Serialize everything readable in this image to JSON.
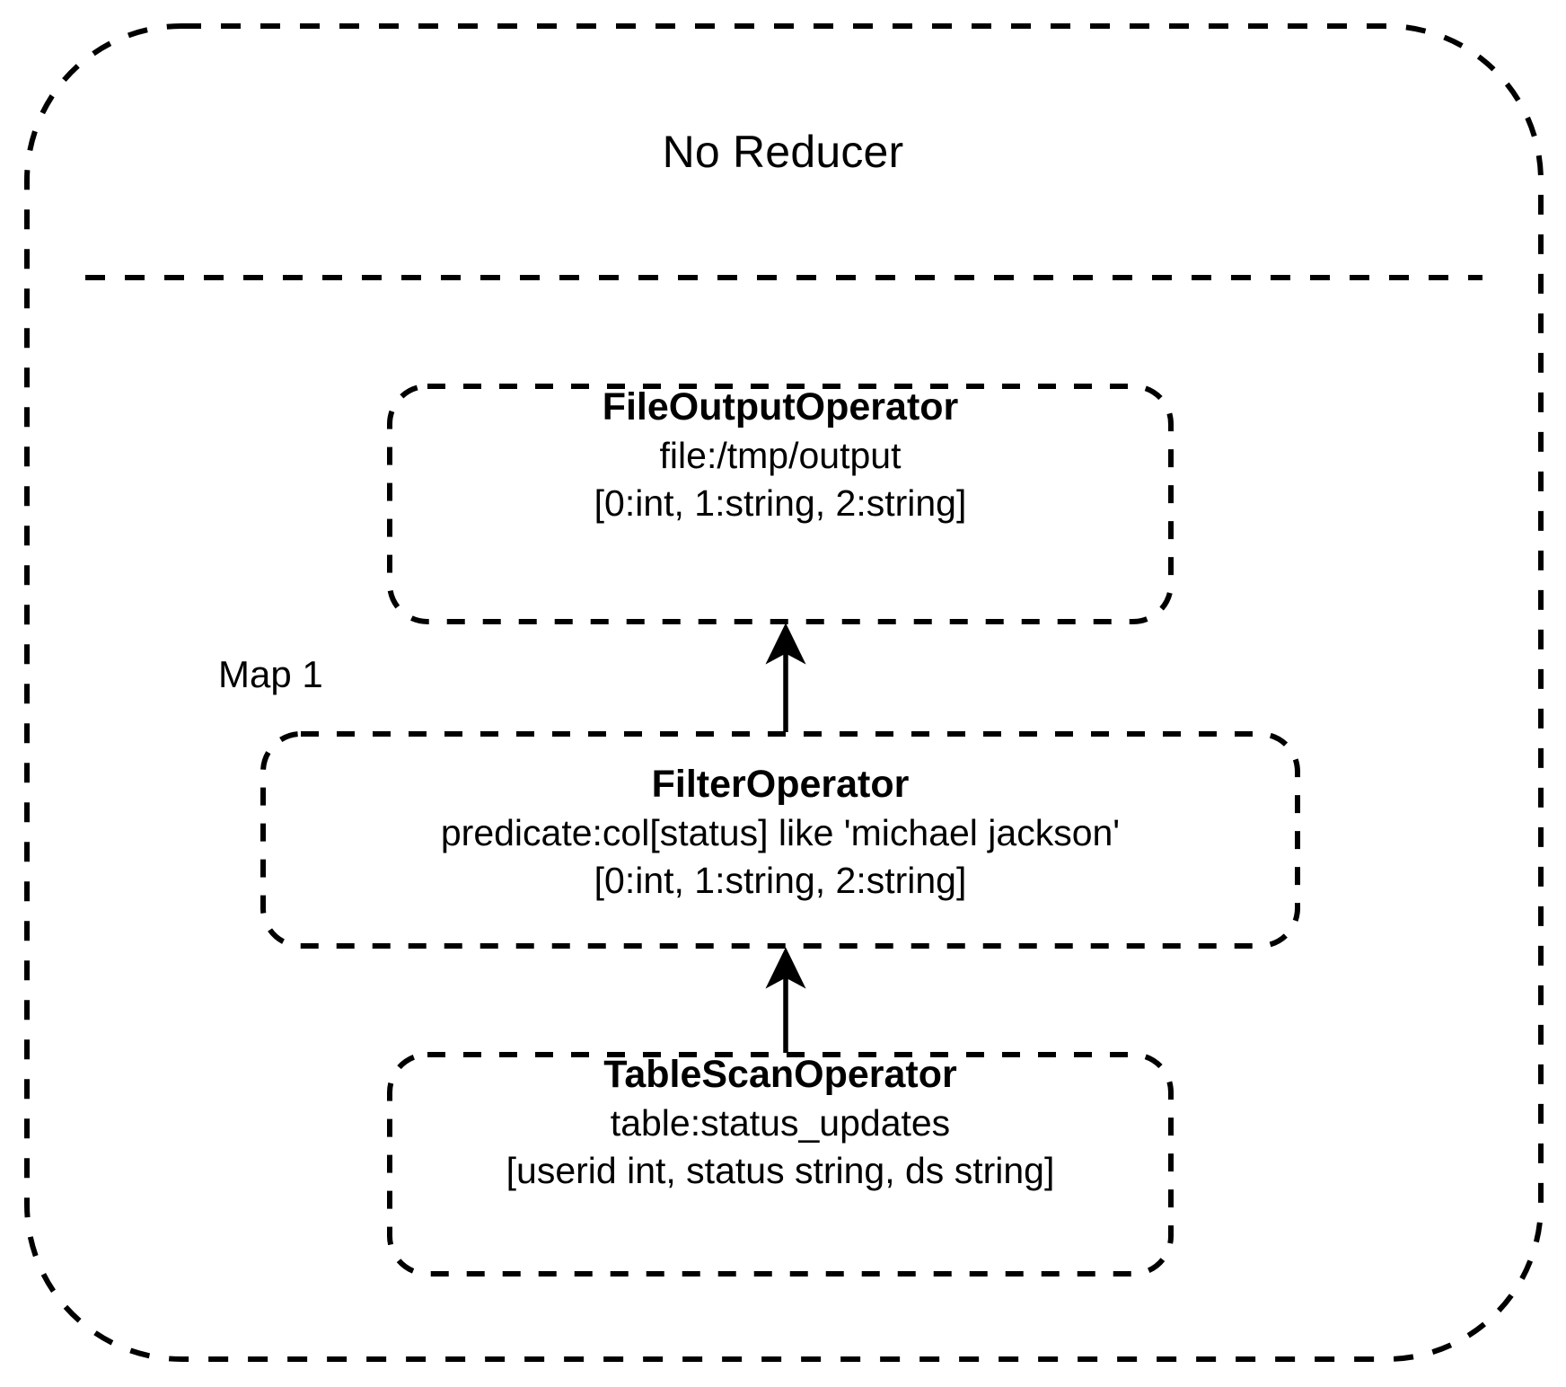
{
  "diagram": {
    "type": "query-execution-plan",
    "stage": {
      "title": "No Reducer",
      "label": "Map 1"
    },
    "operators": [
      {
        "id": "file-output-operator",
        "title": "FileOutputOperator",
        "lines": [
          "file:/tmp/output",
          "[0:int, 1:string, 2:string]"
        ]
      },
      {
        "id": "filter-operator",
        "title": "FilterOperator",
        "lines": [
          "predicate:col[status] like 'michael jackson'",
          "[0:int, 1:string, 2:string]"
        ]
      },
      {
        "id": "table-scan-operator",
        "title": "TableScanOperator",
        "lines": [
          "table:status_updates",
          "[userid int, status string, ds string]"
        ]
      }
    ],
    "edges": [
      {
        "from": "table-scan-operator",
        "to": "filter-operator"
      },
      {
        "from": "filter-operator",
        "to": "file-output-operator"
      }
    ],
    "colors": {
      "stroke": "#000000",
      "background": "#ffffff",
      "text": "#000000"
    }
  }
}
